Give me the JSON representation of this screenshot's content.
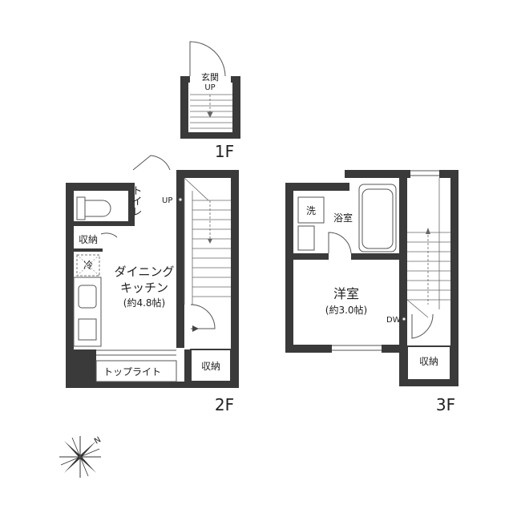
{
  "floors": {
    "f1": {
      "floor_label": "1F",
      "genkan_label": "玄関",
      "up_label": "UP"
    },
    "f2": {
      "floor_label": "2F",
      "toilet_label": "トイレ",
      "storage_top_label": "収納",
      "fridge_label": "冷",
      "dining_label_line1": "ダイニング",
      "dining_label_line2": "キッチン",
      "dining_size": "(約4.8帖)",
      "up_label": "UP",
      "toplight_label": "トップライト",
      "storage_bottom_label": "収納"
    },
    "f3": {
      "floor_label": "3F",
      "wash_label": "洗",
      "bath_label": "浴室",
      "room_label": "洋室",
      "room_size": "(約3.0帖)",
      "dw_label": "DW",
      "storage_label": "収納"
    }
  },
  "compass": {
    "north_label": "N"
  }
}
